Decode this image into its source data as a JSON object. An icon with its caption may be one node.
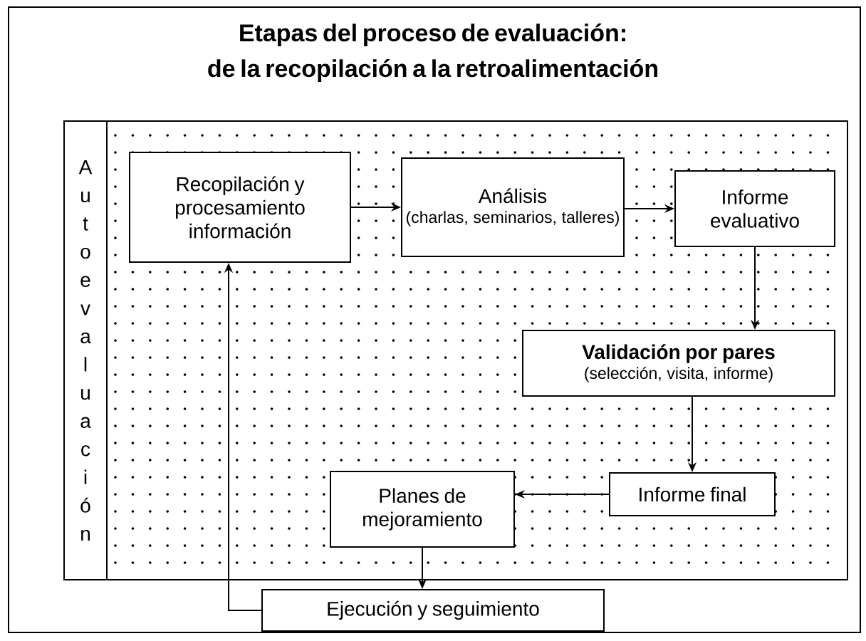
{
  "diagram": {
    "title": "Etapas del proceso de evaluación: de la recopilación a la retroalimentación",
    "nodes": [
      {
        "text": [
          "Autoevaluación"
        ]
      },
      {
        "text": [
          "Recopilación y procesamiento información"
        ]
      },
      {
        "text": [
          "Análisis",
          "(charlas, seminarios, talleres)"
        ]
      },
      {
        "text": [
          "Informe evaluativo"
        ]
      },
      {
        "text": [
          "Validación por pares",
          "(selección, visita, informe)"
        ]
      },
      {
        "text": [
          "Informe final"
        ]
      },
      {
        "text": [
          "Planes de mejoramiento"
        ]
      },
      {
        "text": [
          "Ejecución y seguimiento"
        ]
      }
    ],
    "edges": [
      {
        "from": 1,
        "to": 2,
        "arrow": "to"
      },
      {
        "from": 2,
        "to": 3,
        "arrow": "to"
      },
      {
        "from": 3,
        "to": 4,
        "arrow": "to"
      },
      {
        "from": 4,
        "to": 5,
        "arrow": "to"
      },
      {
        "from": 5,
        "to": 6,
        "arrow": "to"
      },
      {
        "from": 6,
        "to": 7,
        "arrow": "to"
      },
      {
        "from": 7,
        "to": 1,
        "arrow": "to"
      }
    ]
  }
}
